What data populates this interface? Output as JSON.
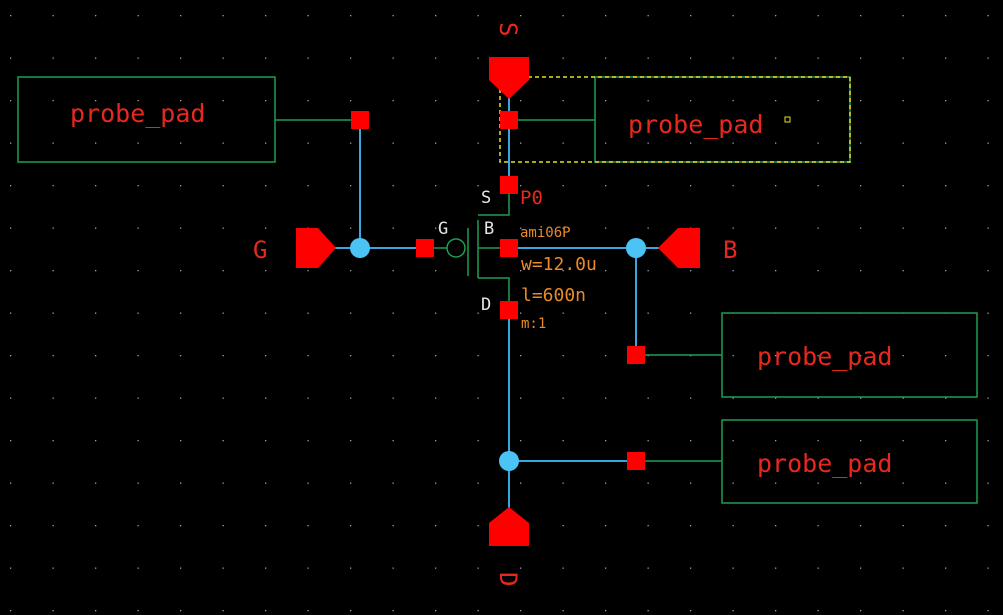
{
  "schematic": {
    "pins": {
      "source": "S",
      "gate": "G",
      "bulk": "B",
      "drain": "D"
    },
    "probe_pads": [
      {
        "label": "probe_pad"
      },
      {
        "label": "probe_pad"
      },
      {
        "label": "probe_pad"
      },
      {
        "label": "probe_pad"
      }
    ],
    "transistor": {
      "terminal_s": "S",
      "terminal_g": "G",
      "terminal_b": "B",
      "terminal_d": "D",
      "instance": "P0",
      "model": "ami06P",
      "width": "w=12.0u",
      "length": "l=600n",
      "multiplier": "m:1"
    },
    "colors": {
      "background": "#000000",
      "wire": "#3aa6e0",
      "box": "#1f9e52",
      "pin": "#ff0000",
      "label_red": "#e8281e",
      "label_orange": "#e88a2a",
      "terminal_text": "#e6e6e6",
      "selection": "#e8e020",
      "node": "#4cc3f5",
      "grid_dot": "#9aa0a8"
    }
  }
}
